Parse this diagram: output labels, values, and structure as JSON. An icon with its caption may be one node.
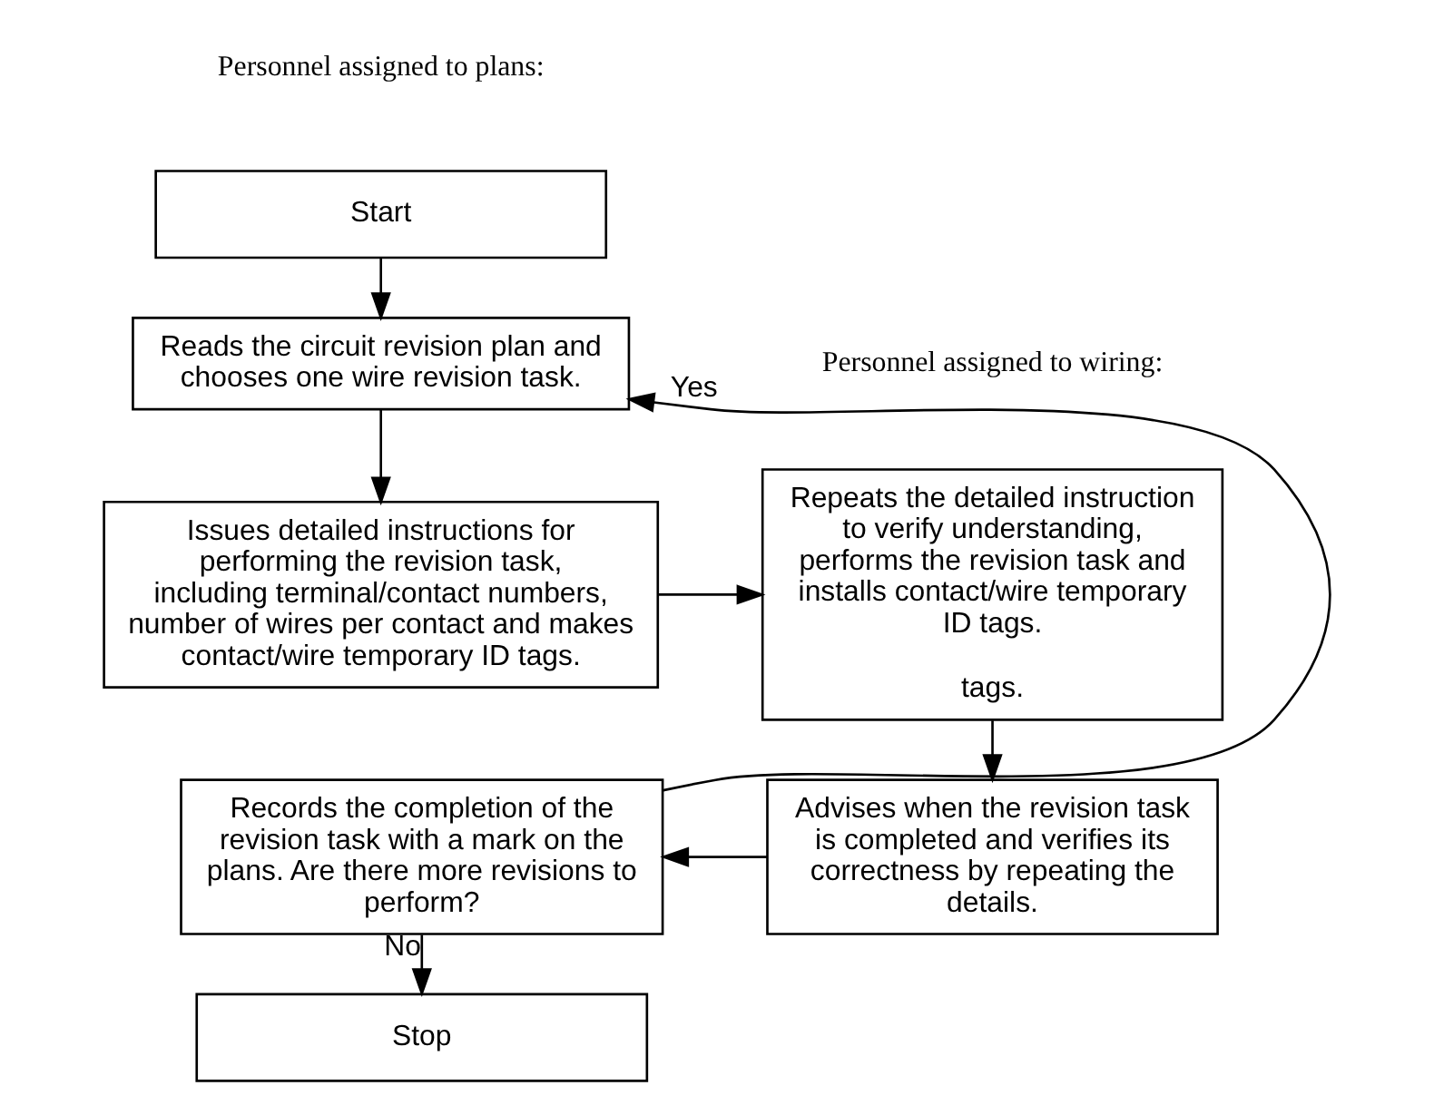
{
  "diagram": {
    "nodes": [
      {
        "text": [
          "Start"
        ]
      },
      {
        "text": [
          "Reads the circuit revision plan and chooses one wire revision task."
        ]
      },
      {
        "text": [
          "Issues detailed instructions for performing the revision task, including terminal/contact numbers, number of wires per contact and makes contact/wire temporary ID tags."
        ]
      },
      {
        "text": [
          "Repeats the detailed instruction to verify understanding, performs the revision task and installs contact/wire temporary ID tags.",
          "tags."
        ]
      },
      {
        "text": [
          "Advises when the revision task is completed and verifies its correctness by repeating the details."
        ]
      },
      {
        "text": [
          "Records the completion of the revision task with a mark on the plans. Are there more revisions to perform?"
        ]
      },
      {
        "text": [
          "Stop"
        ]
      }
    ],
    "edges": [
      {
        "from": 0,
        "to": 1,
        "arrow": "to"
      },
      {
        "from": 1,
        "to": 2,
        "arrow": "to"
      },
      {
        "from": 2,
        "to": 3,
        "arrow": "to"
      },
      {
        "from": 3,
        "to": 4,
        "arrow": "to"
      },
      {
        "from": 4,
        "to": 5,
        "arrow": "to"
      },
      {
        "from": 5,
        "to": 1,
        "arrow": "to",
        "label": "Yes"
      },
      {
        "from": 5,
        "to": 6,
        "arrow": "to",
        "label": "No"
      }
    ],
    "labels": [
      "Personnel assigned to plans:",
      "Personnel assigned to wiring:"
    ]
  }
}
